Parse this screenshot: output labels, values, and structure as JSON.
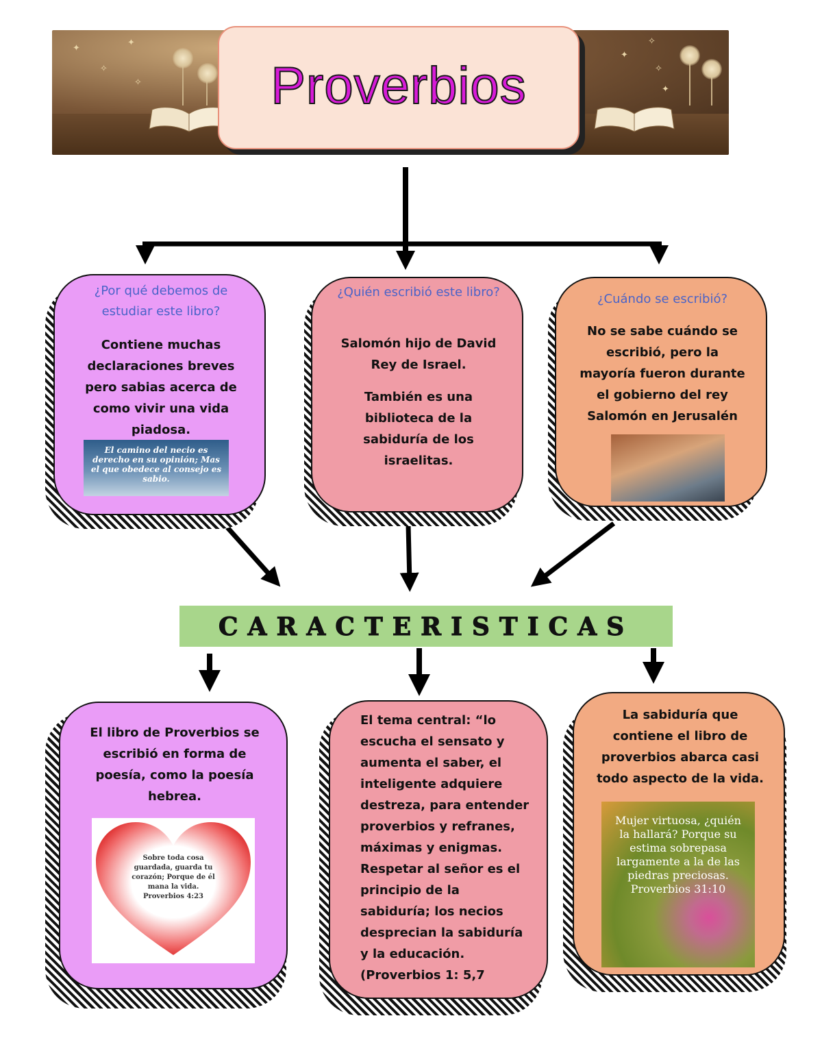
{
  "title": "Proverbios",
  "top_cards": [
    {
      "question": "¿Por qué debemos de estudiar este libro?",
      "body": [
        "Contiene muchas declaraciones breves pero sabias acerca de como vivir una vida piadosa."
      ],
      "image_caption": "El camino del necio es derecho en su opinión; Mas el que obedece al consejo es sabio."
    },
    {
      "question": "¿Quién escribió este libro?",
      "body": [
        "Salomón hijo de David Rey de Israel.",
        "También es una biblioteca de la sabiduría de los israelitas."
      ]
    },
    {
      "question": "¿Cuándo se escribió?",
      "body": [
        "No se sabe cuándo se escribió, pero la mayoría fueron durante el gobierno del rey Salomón en Jerusalén"
      ]
    }
  ],
  "heading": "CARACTERISTICAS",
  "bottom_cards": [
    {
      "body": "El libro de Proverbios se escribió en forma de poesía, como la poesía hebrea.",
      "image_caption": "Sobre toda cosa guardada, guarda tu corazón; Porque de él mana la vida. Proverbios 4:23"
    },
    {
      "body": "El tema central: “lo escucha el sensato y aumenta el saber, el inteligente adquiere destreza, para entender proverbios y refranes, máximas y enigmas. Respetar al señor es el principio de la sabiduría; los necios desprecian la sabiduría y la educación. (Proverbios 1: 5,7"
    },
    {
      "body": "La sabiduría que contiene el libro de proverbios abarca casi todo aspecto de la vida.",
      "image_caption": "Mujer virtuosa, ¿quién la hallará? Porque su estima sobrepasa largamente a la de las piedras preciosas. Proverbios 31:10"
    }
  ],
  "colors": {
    "title_text": "#d81bd8",
    "title_box": "#fbe3d6",
    "purple_card": "#ea9cf7",
    "pink_card": "#f09ca6",
    "orange_card": "#f2aa82",
    "question_text": "#4a63c8",
    "heading_bar": "#a8d68b"
  }
}
